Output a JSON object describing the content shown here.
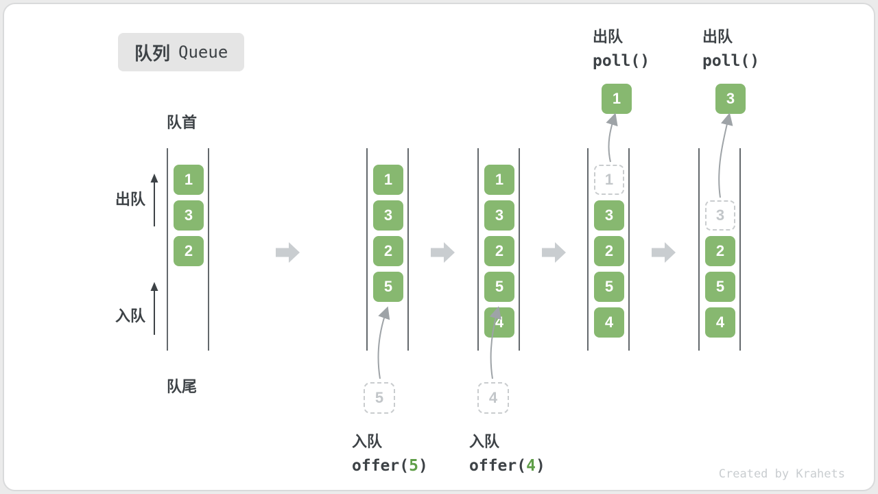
{
  "title": {
    "zh": "队列",
    "en": "Queue"
  },
  "labels": {
    "front": "队首",
    "rear": "队尾",
    "dequeue": "出队",
    "enqueue": "入队"
  },
  "queues": [
    {
      "slots": [
        {
          "v": "1",
          "state": "solid"
        },
        {
          "v": "3",
          "state": "solid"
        },
        {
          "v": "2",
          "state": "solid"
        }
      ]
    },
    {
      "slots": [
        {
          "v": "1",
          "state": "solid"
        },
        {
          "v": "3",
          "state": "solid"
        },
        {
          "v": "2",
          "state": "solid"
        },
        {
          "v": "5",
          "state": "solid"
        }
      ]
    },
    {
      "slots": [
        {
          "v": "1",
          "state": "solid"
        },
        {
          "v": "3",
          "state": "solid"
        },
        {
          "v": "2",
          "state": "solid"
        },
        {
          "v": "5",
          "state": "solid"
        },
        {
          "v": "4",
          "state": "solid"
        }
      ]
    },
    {
      "slots": [
        {
          "v": "1",
          "state": "ghost"
        },
        {
          "v": "3",
          "state": "solid"
        },
        {
          "v": "2",
          "state": "solid"
        },
        {
          "v": "5",
          "state": "solid"
        },
        {
          "v": "4",
          "state": "solid"
        }
      ]
    },
    {
      "slots": [
        {
          "v": "3",
          "state": "ghost"
        },
        {
          "v": "2",
          "state": "solid"
        },
        {
          "v": "5",
          "state": "solid"
        },
        {
          "v": "4",
          "state": "solid"
        }
      ]
    }
  ],
  "operations": {
    "enqueue_5": {
      "label": "入队",
      "fn": "offer(",
      "arg": "5",
      "close": ")",
      "pending": "5"
    },
    "enqueue_4": {
      "label": "入队",
      "fn": "offer(",
      "arg": "4",
      "close": ")",
      "pending": "4"
    },
    "poll_1": {
      "label": "出队",
      "code": "poll()",
      "result": "1"
    },
    "poll_3": {
      "label": "出队",
      "code": "poll()",
      "result": "3"
    }
  },
  "footer": "Created by Krahets",
  "colors": {
    "green": "#87B870",
    "arg": "#5F9E48",
    "ink": "#3D4246",
    "ghost-border": "#C9CCCE",
    "ghost-text": "#C2C6C9",
    "line": "#63686C",
    "arrow": "#C9CDD0",
    "muted": "#9EA3A7",
    "badge": "#E5E5E5",
    "footer": "#C9CDD0"
  }
}
